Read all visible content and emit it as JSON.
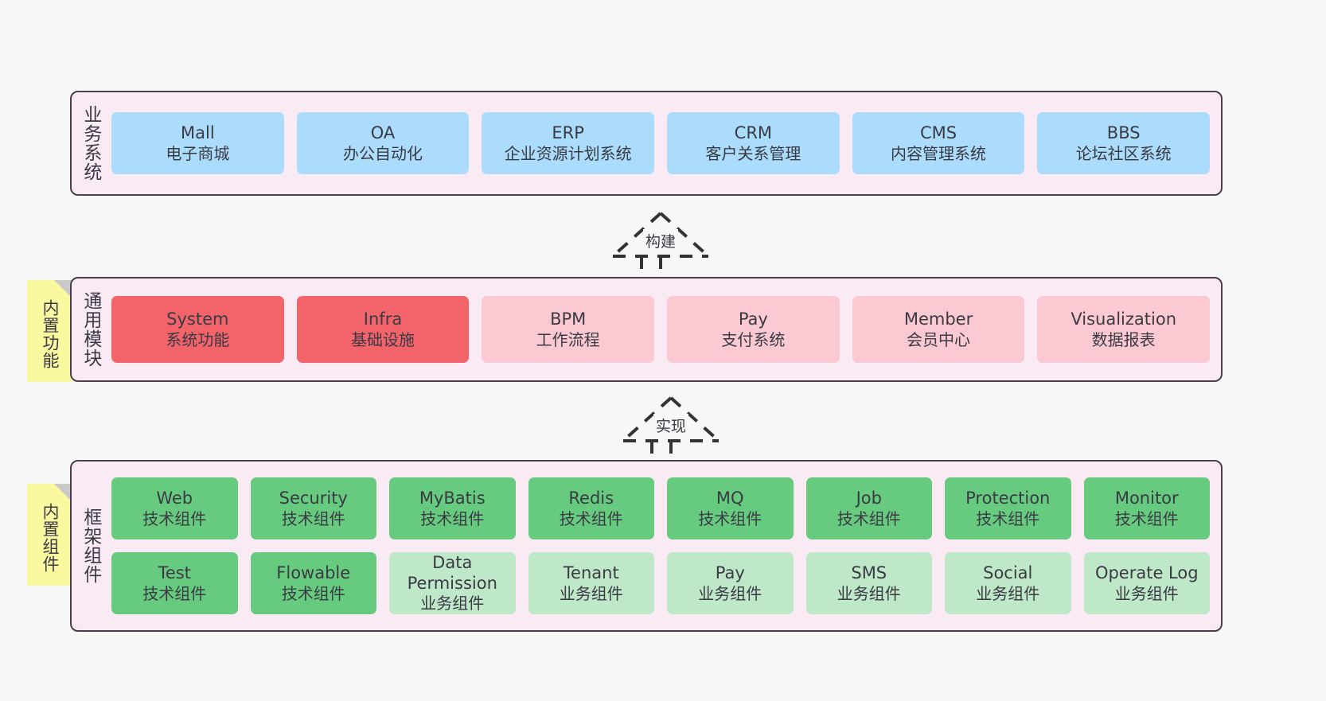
{
  "diagram": {
    "title": "",
    "background": "#f7f7f7",
    "layers": [
      {
        "id": "business",
        "title": "业务系统",
        "container_color": "#f9eaf4",
        "border_color": "#4a3f4a",
        "cards": [
          {
            "name": "Mall",
            "desc": "电子商城",
            "color": "#abdcfb",
            "style": "biz"
          },
          {
            "name": "OA",
            "desc": "办公自动化",
            "color": "#abdcfb",
            "style": "biz"
          },
          {
            "name": "ERP",
            "desc": "企业资源计划系统",
            "color": "#abdcfb",
            "style": "biz"
          },
          {
            "name": "CRM",
            "desc": "客户关系管理",
            "color": "#abdcfb",
            "style": "biz"
          },
          {
            "name": "CMS",
            "desc": "内容管理系统",
            "color": "#abdcfb",
            "style": "biz"
          },
          {
            "name": "BBS",
            "desc": "论坛社区系统",
            "color": "#abdcfb",
            "style": "biz"
          }
        ]
      },
      {
        "id": "common-modules",
        "title": "通用模块",
        "sticky": "内置功能",
        "container_color": "#f9eaf4",
        "border_color": "#4a3f4a",
        "cards": [
          {
            "name": "System",
            "desc": "系统功能",
            "color": "#f2636a",
            "style": "mod-strong"
          },
          {
            "name": "Infra",
            "desc": "基础设施",
            "color": "#f2636a",
            "style": "mod-strong"
          },
          {
            "name": "BPM",
            "desc": "工作流程",
            "color": "#fbc9d1",
            "style": "mod-light"
          },
          {
            "name": "Pay",
            "desc": "支付系统",
            "color": "#fbc9d1",
            "style": "mod-light"
          },
          {
            "name": "Member",
            "desc": "会员中心",
            "color": "#fbc9d1",
            "style": "mod-light"
          },
          {
            "name": "Visualization",
            "desc": "数据报表",
            "color": "#fbc9d1",
            "style": "mod-light"
          }
        ]
      },
      {
        "id": "framework-components",
        "title": "框架组件",
        "sticky": "内置组件",
        "container_color": "#f9eaf4",
        "border_color": "#4a3f4a",
        "rows": [
          [
            {
              "name": "Web",
              "desc": "技术组件",
              "color": "#67cb7f",
              "style": "tech"
            },
            {
              "name": "Security",
              "desc": "技术组件",
              "color": "#67cb7f",
              "style": "tech"
            },
            {
              "name": "MyBatis",
              "desc": "技术组件",
              "color": "#67cb7f",
              "style": "tech"
            },
            {
              "name": "Redis",
              "desc": "技术组件",
              "color": "#67cb7f",
              "style": "tech"
            },
            {
              "name": "MQ",
              "desc": "技术组件",
              "color": "#67cb7f",
              "style": "tech"
            },
            {
              "name": "Job",
              "desc": "技术组件",
              "color": "#67cb7f",
              "style": "tech"
            },
            {
              "name": "Protection",
              "desc": "技术组件",
              "color": "#67cb7f",
              "style": "tech"
            },
            {
              "name": "Monitor",
              "desc": "技术组件",
              "color": "#67cb7f",
              "style": "tech"
            }
          ],
          [
            {
              "name": "Test",
              "desc": "技术组件",
              "color": "#67cb7f",
              "style": "tech"
            },
            {
              "name": "Flowable",
              "desc": "技术组件",
              "color": "#67cb7f",
              "style": "tech"
            },
            {
              "name": "Data",
              "name2": "Permission",
              "desc": "业务组件",
              "color": "#bfe8c9",
              "style": "biz-comp"
            },
            {
              "name": "Tenant",
              "desc": "业务组件",
              "color": "#bfe8c9",
              "style": "biz-comp"
            },
            {
              "name": "Pay",
              "desc": "业务组件",
              "color": "#bfe8c9",
              "style": "biz-comp"
            },
            {
              "name": "SMS",
              "desc": "业务组件",
              "color": "#bfe8c9",
              "style": "biz-comp"
            },
            {
              "name": "Social",
              "desc": "业务组件",
              "color": "#bfe8c9",
              "style": "biz-comp"
            },
            {
              "name": "Operate Log",
              "desc": "业务组件",
              "color": "#bfe8c9",
              "style": "biz-comp"
            }
          ]
        ]
      }
    ],
    "connectors": [
      {
        "id": "build",
        "label": "构建",
        "style": "dashed-generalization",
        "from": "common-modules",
        "to": "business"
      },
      {
        "id": "implement",
        "label": "实现",
        "style": "dashed-generalization",
        "from": "framework-components",
        "to": "common-modules"
      }
    ]
  }
}
